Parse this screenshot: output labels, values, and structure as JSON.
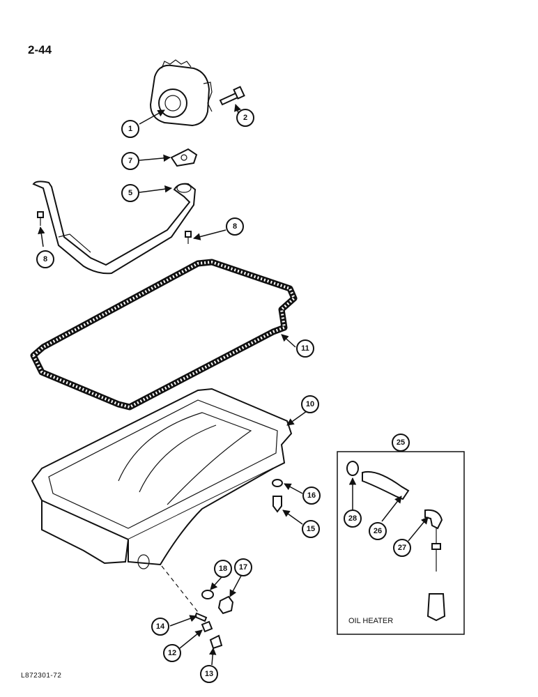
{
  "page": {
    "number": "2-44",
    "figure_code": "L872301-72"
  },
  "callouts": {
    "c1": "1",
    "c2": "2",
    "c7": "7",
    "c5": "5",
    "c8a": "8",
    "c8b": "8",
    "c11": "11",
    "c10": "10",
    "c25": "25",
    "c28": "28",
    "c26": "26",
    "c27": "27",
    "c16": "16",
    "c15": "15",
    "c18": "18",
    "c17": "17",
    "c14": "14",
    "c12": "12",
    "c13": "13"
  },
  "inset": {
    "label": "OIL HEATER"
  }
}
